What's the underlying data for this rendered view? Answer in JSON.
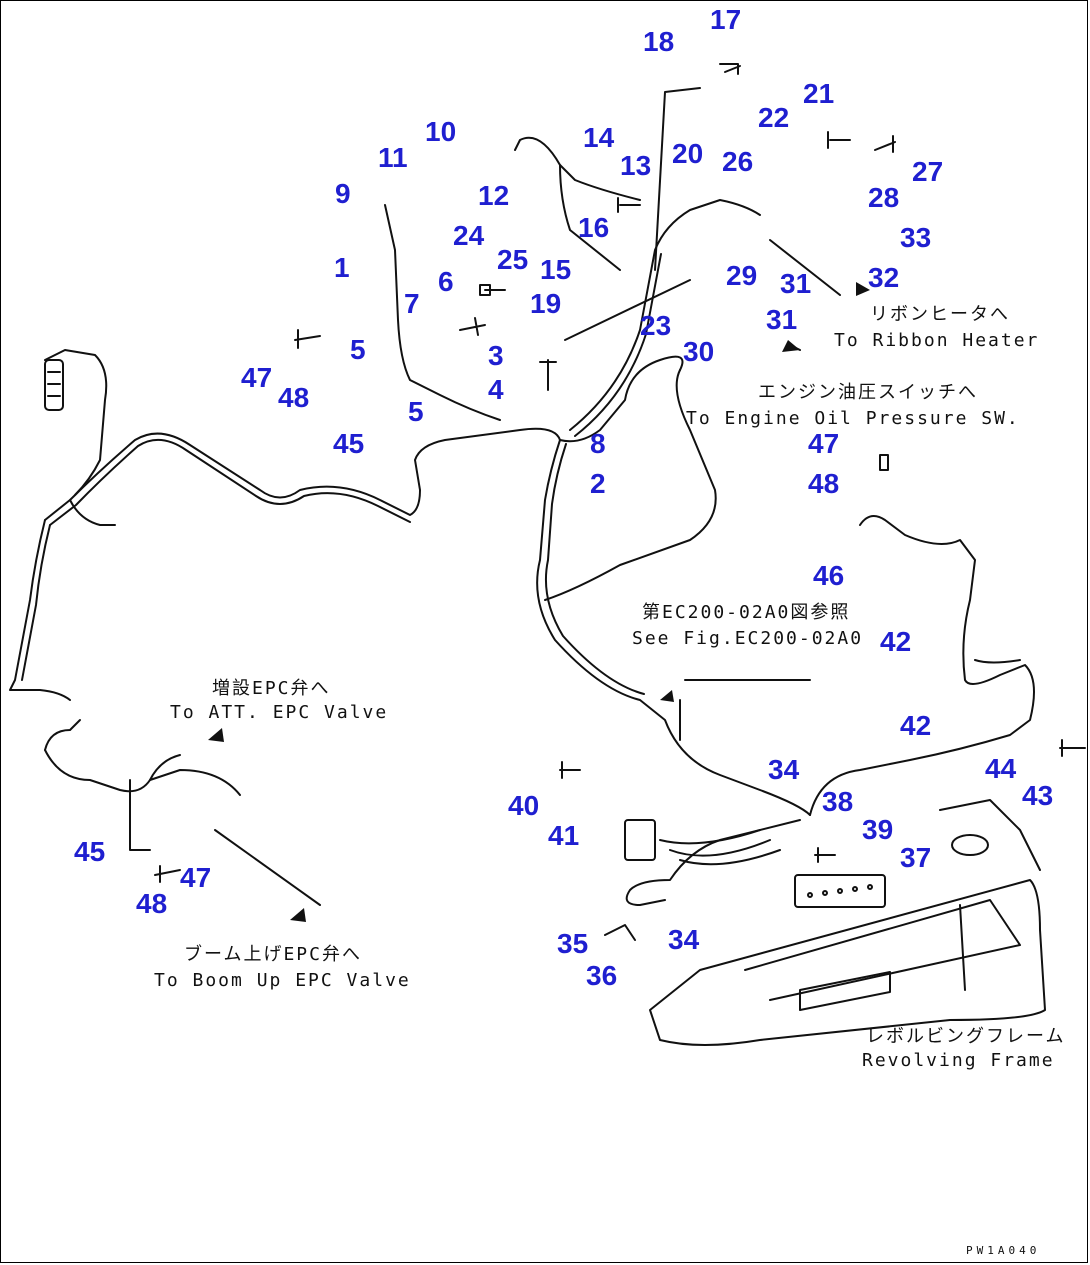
{
  "colors": {
    "callout": "#1f1fd0",
    "line": "#111111",
    "background": "#ffffff"
  },
  "drawing_code": "PW1A040",
  "callouts": [
    {
      "label": "17"
    },
    {
      "label": "18"
    },
    {
      "label": "21"
    },
    {
      "label": "22"
    },
    {
      "label": "27"
    },
    {
      "label": "28"
    },
    {
      "label": "33"
    },
    {
      "label": "20"
    },
    {
      "label": "26"
    },
    {
      "label": "14"
    },
    {
      "label": "13"
    },
    {
      "label": "10"
    },
    {
      "label": "11"
    },
    {
      "label": "9"
    },
    {
      "label": "12"
    },
    {
      "label": "16"
    },
    {
      "label": "24"
    },
    {
      "label": "25"
    },
    {
      "label": "15"
    },
    {
      "label": "19"
    },
    {
      "label": "29"
    },
    {
      "label": "31"
    },
    {
      "label": "32"
    },
    {
      "label": "31"
    },
    {
      "label": "23"
    },
    {
      "label": "30"
    },
    {
      "label": "1"
    },
    {
      "label": "7"
    },
    {
      "label": "6"
    },
    {
      "label": "47"
    },
    {
      "label": "48"
    },
    {
      "label": "5"
    },
    {
      "label": "3"
    },
    {
      "label": "4"
    },
    {
      "label": "5"
    },
    {
      "label": "45"
    },
    {
      "label": "8"
    },
    {
      "label": "2"
    },
    {
      "label": "47"
    },
    {
      "label": "48"
    },
    {
      "label": "46"
    },
    {
      "label": "42"
    },
    {
      "label": "42"
    },
    {
      "label": "34"
    },
    {
      "label": "44"
    },
    {
      "label": "43"
    },
    {
      "label": "40"
    },
    {
      "label": "41"
    },
    {
      "label": "38"
    },
    {
      "label": "39"
    },
    {
      "label": "37"
    },
    {
      "label": "45"
    },
    {
      "label": "47"
    },
    {
      "label": "48"
    },
    {
      "label": "34"
    },
    {
      "label": "35"
    },
    {
      "label": "36"
    }
  ],
  "captions": [
    {
      "name": "ribbon-heater-jp",
      "text": "リボンヒータへ"
    },
    {
      "name": "ribbon-heater-en",
      "text": "To Ribbon Heater"
    },
    {
      "name": "oil-pressure-jp",
      "text": "エンジン油圧スイッチへ"
    },
    {
      "name": "oil-pressure-en",
      "text": "To Engine Oil Pressure SW."
    },
    {
      "name": "see-fig-jp",
      "text": "第EC200-02A0図参照"
    },
    {
      "name": "see-fig-en",
      "text": "See Fig.EC200-02A0"
    },
    {
      "name": "att-epc-jp",
      "text": "増設EPC弁へ"
    },
    {
      "name": "att-epc-en",
      "text": "To ATT. EPC Valve"
    },
    {
      "name": "boom-up-jp",
      "text": "ブーム上げEPC弁へ"
    },
    {
      "name": "boom-up-en",
      "text": "To Boom Up EPC Valve"
    },
    {
      "name": "revolving-frame-jp",
      "text": "レボルビングフレーム"
    },
    {
      "name": "revolving-frame-en",
      "text": "Revolving Frame"
    }
  ]
}
